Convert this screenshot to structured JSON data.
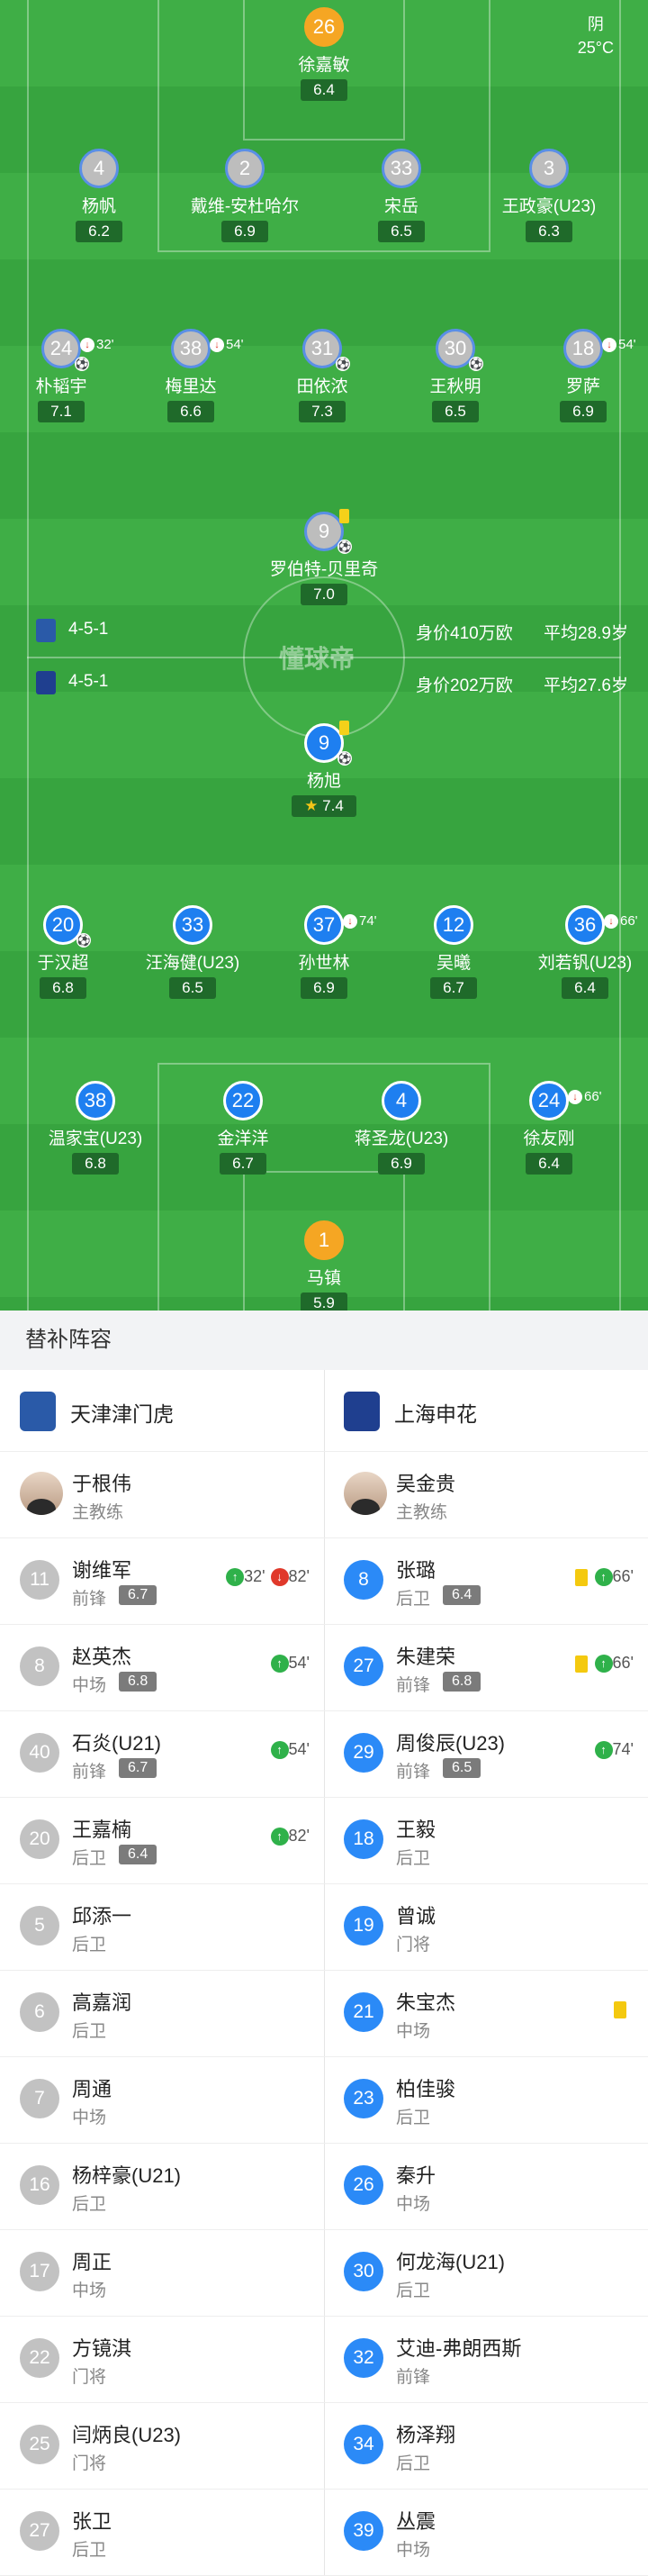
{
  "weather": {
    "condition": "阴",
    "temp": "25°C"
  },
  "watermark": "懂球帝",
  "home_team": {
    "name": "天津津门虎",
    "formation": "4-5-1",
    "value": "身价410万欧",
    "avg_age": "平均28.9岁",
    "players": [
      {
        "num": "26",
        "name": "徐嘉敏",
        "rating": "6.4",
        "color": "orange"
      },
      {
        "num": "4",
        "name": "杨帆",
        "rating": "6.2",
        "color": "gray"
      },
      {
        "num": "2",
        "name": "戴维-安杜哈尔",
        "rating": "6.9",
        "color": "gray"
      },
      {
        "num": "33",
        "name": "宋岳",
        "rating": "6.5",
        "color": "gray"
      },
      {
        "num": "3",
        "name": "王政豪(U23)",
        "rating": "6.3",
        "color": "gray"
      },
      {
        "num": "24",
        "name": "朴韬宇",
        "rating": "7.1",
        "color": "gray",
        "sub": "32'"
      },
      {
        "num": "38",
        "name": "梅里达",
        "rating": "6.6",
        "color": "gray",
        "sub": "54'"
      },
      {
        "num": "31",
        "name": "田依浓",
        "rating": "7.3",
        "color": "gray"
      },
      {
        "num": "30",
        "name": "王秋明",
        "rating": "6.5",
        "color": "gray"
      },
      {
        "num": "18",
        "name": "罗萨",
        "rating": "6.9",
        "color": "gray",
        "sub": "54'"
      },
      {
        "num": "9",
        "name": "罗伯特-贝里奇",
        "rating": "7.0",
        "color": "gray"
      }
    ]
  },
  "away_team": {
    "name": "上海申花",
    "formation": "4-5-1",
    "value": "身价202万欧",
    "avg_age": "平均27.6岁",
    "players": [
      {
        "num": "9",
        "name": "杨旭",
        "rating": "7.4",
        "color": "blue"
      },
      {
        "num": "20",
        "name": "于汉超",
        "rating": "6.8",
        "color": "blue"
      },
      {
        "num": "33",
        "name": "汪海健(U23)",
        "rating": "6.5",
        "color": "blue"
      },
      {
        "num": "37",
        "name": "孙世林",
        "rating": "6.9",
        "color": "blue",
        "sub": "74'"
      },
      {
        "num": "12",
        "name": "吴曦",
        "rating": "6.7",
        "color": "blue"
      },
      {
        "num": "36",
        "name": "刘若钒(U23)",
        "rating": "6.4",
        "color": "blue",
        "sub": "66'"
      },
      {
        "num": "38",
        "name": "温家宝(U23)",
        "rating": "6.8",
        "color": "blue"
      },
      {
        "num": "22",
        "name": "金洋洋",
        "rating": "6.7",
        "color": "blue"
      },
      {
        "num": "4",
        "name": "蒋圣龙(U23)",
        "rating": "6.9",
        "color": "blue"
      },
      {
        "num": "24",
        "name": "徐友刚",
        "rating": "6.4",
        "color": "blue",
        "sub": "66'"
      },
      {
        "num": "1",
        "name": "马镇",
        "rating": "5.9",
        "color": "orange"
      }
    ]
  },
  "subs": {
    "title": "替补阵容",
    "home": {
      "team": "天津津门虎",
      "coach": {
        "name": "于根伟",
        "role": "主教练"
      },
      "players": [
        {
          "num": "11",
          "name": "谢维军",
          "pos": "前锋",
          "rating": "6.7",
          "in": "32'",
          "out": "82'"
        },
        {
          "num": "8",
          "name": "赵英杰",
          "pos": "中场",
          "rating": "6.8",
          "in": "54'"
        },
        {
          "num": "40",
          "name": "石炎(U21)",
          "pos": "前锋",
          "rating": "6.7",
          "in": "54'"
        },
        {
          "num": "20",
          "name": "王嘉楠",
          "pos": "后卫",
          "rating": "6.4",
          "in": "82'"
        },
        {
          "num": "5",
          "name": "邱添一",
          "pos": "后卫"
        },
        {
          "num": "6",
          "name": "高嘉润",
          "pos": "后卫"
        },
        {
          "num": "7",
          "name": "周通",
          "pos": "中场"
        },
        {
          "num": "16",
          "name": "杨梓豪(U21)",
          "pos": "后卫"
        },
        {
          "num": "17",
          "name": "周正",
          "pos": "中场"
        },
        {
          "num": "22",
          "name": "方镜淇",
          "pos": "门将"
        },
        {
          "num": "25",
          "name": "闫炳良(U23)",
          "pos": "门将"
        },
        {
          "num": "27",
          "name": "张卫",
          "pos": "后卫"
        }
      ]
    },
    "away": {
      "team": "上海申花",
      "coach": {
        "name": "吴金贵",
        "role": "主教练"
      },
      "players": [
        {
          "num": "8",
          "name": "张璐",
          "pos": "后卫",
          "rating": "6.4",
          "card": "yellow",
          "in": "66'"
        },
        {
          "num": "27",
          "name": "朱建荣",
          "pos": "前锋",
          "rating": "6.8",
          "card": "yellow",
          "in": "66'"
        },
        {
          "num": "29",
          "name": "周俊辰(U23)",
          "pos": "前锋",
          "rating": "6.5",
          "in": "74'"
        },
        {
          "num": "18",
          "name": "王毅",
          "pos": "后卫"
        },
        {
          "num": "19",
          "name": "曾诚",
          "pos": "门将"
        },
        {
          "num": "21",
          "name": "朱宝杰",
          "pos": "中场",
          "card": "yellow"
        },
        {
          "num": "23",
          "name": "柏佳骏",
          "pos": "后卫"
        },
        {
          "num": "26",
          "name": "秦升",
          "pos": "中场"
        },
        {
          "num": "30",
          "name": "何龙海(U21)",
          "pos": "后卫"
        },
        {
          "num": "32",
          "name": "艾迪-弗朗西斯",
          "pos": "前锋"
        },
        {
          "num": "34",
          "name": "杨泽翔",
          "pos": "后卫"
        },
        {
          "num": "39",
          "name": "丛震",
          "pos": "中场"
        }
      ]
    }
  }
}
